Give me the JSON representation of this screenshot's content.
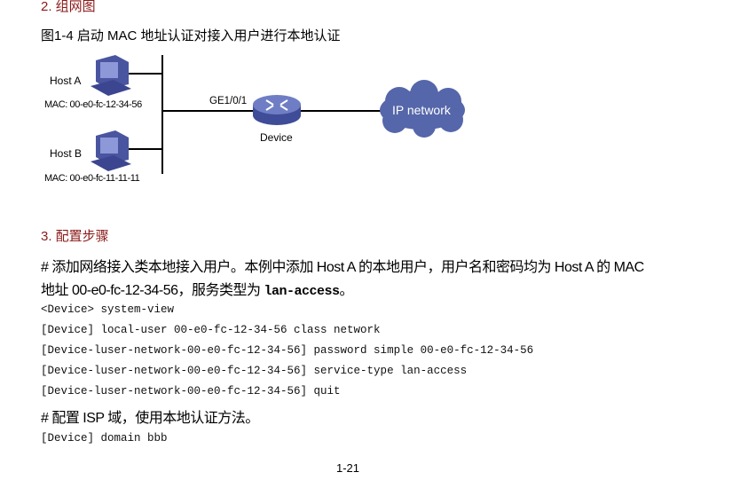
{
  "section2_heading": "2. 组网图",
  "figure_caption": "图1-4  启动 MAC 地址认证对接入用户进行本地认证",
  "diagram": {
    "host_a": {
      "label": "Host A",
      "mac": "MAC: 00-e0-fc-12-34-56"
    },
    "host_b": {
      "label": "Host B",
      "mac": "MAC: 00-e0-fc-11-11-11"
    },
    "port": "GE1/0/1",
    "device": "Device",
    "cloud": "IP network",
    "colors": {
      "device": "#5d6db0",
      "cloud": "#5566aa"
    }
  },
  "section3_heading": "3. 配置步骤",
  "para1": {
    "text": "# 添加网络接入类本地接入用户。本例中添加 Host A 的本地用户，用户名和密码均为 Host A 的 MAC",
    "line2_prefix": "地址 00-e0-fc-12-34-56，服务类型为 ",
    "keyword": "lan-access",
    "suffix": "。"
  },
  "code1": [
    "<Device> system-view",
    "[Device] local-user 00-e0-fc-12-34-56 class network",
    "[Device-luser-network-00-e0-fc-12-34-56] password simple 00-e0-fc-12-34-56",
    "[Device-luser-network-00-e0-fc-12-34-56] service-type lan-access",
    "[Device-luser-network-00-e0-fc-12-34-56] quit"
  ],
  "para2": "# 配置 ISP 域，使用本地认证方法。",
  "code2": [
    "[Device] domain bbb"
  ],
  "page_number": "1-21"
}
